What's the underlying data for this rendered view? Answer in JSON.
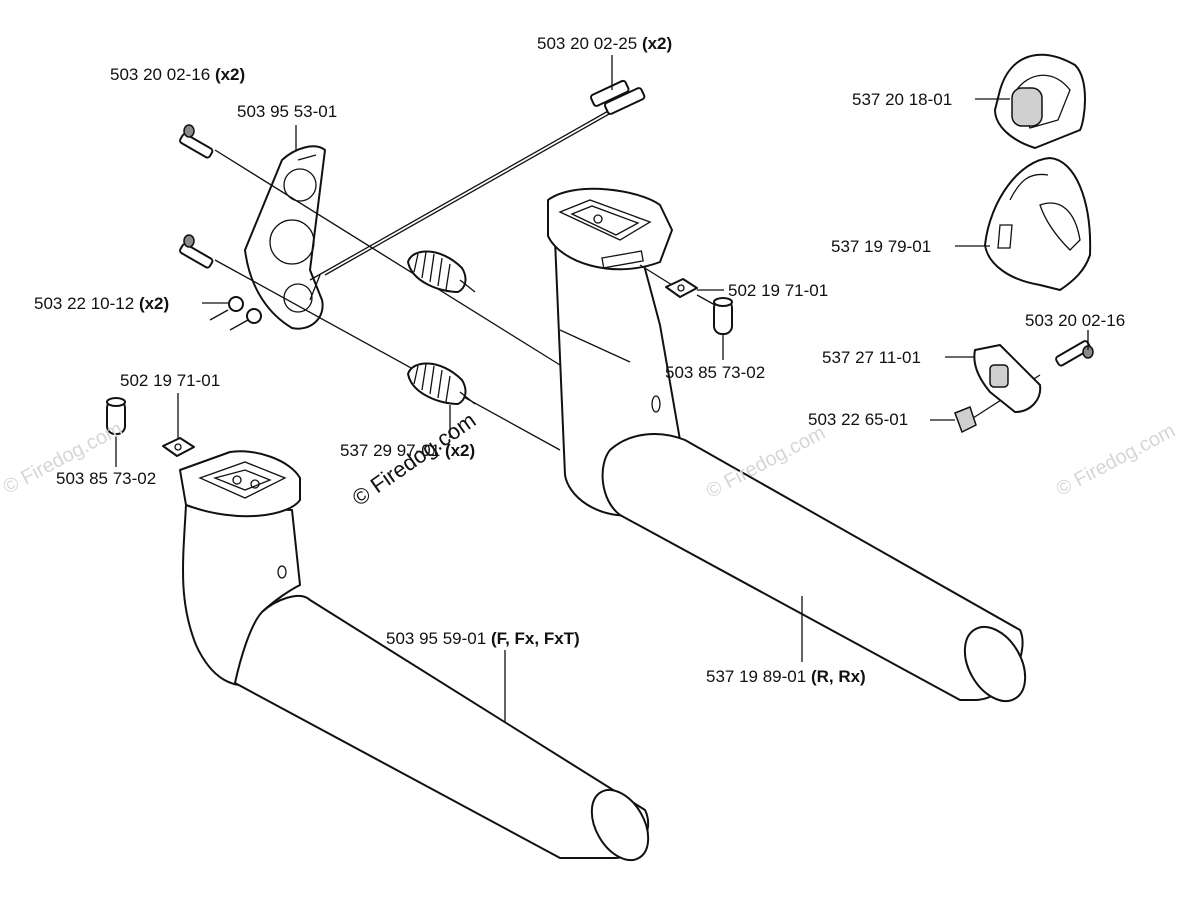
{
  "watermarks": {
    "main": "© Firedog.com",
    "faint": "© Firedog.com"
  },
  "labels": {
    "screw_503_20_02_25": {
      "num": "503 20 02-25",
      "qty": "(x2)"
    },
    "screw_503_20_02_16_x2": {
      "num": "503 20 02-16",
      "qty": "(x2)"
    },
    "bracket_503_95_53_01": {
      "num": "503 95 53-01",
      "qty": ""
    },
    "nut_503_22_10_12": {
      "num": "503 22 10-12",
      "qty": "(x2)"
    },
    "clip_537_20_18_01": {
      "num": "537 20 18-01",
      "qty": ""
    },
    "clip_537_19_79_01": {
      "num": "537 19 79-01",
      "qty": ""
    },
    "nut_502_19_71_01_right": {
      "num": "502 19 71-01",
      "qty": ""
    },
    "bushing_503_85_73_02_right": {
      "num": "503 85 73-02",
      "qty": ""
    },
    "screw_503_20_02_16_single": {
      "num": "503 20 02-16",
      "qty": ""
    },
    "clip_537_27_11_01": {
      "num": "537 27 11-01",
      "qty": ""
    },
    "nut_503_22_65_01": {
      "num": "503 22 65-01",
      "qty": ""
    },
    "nut_502_19_71_01_left": {
      "num": "502 19 71-01",
      "qty": ""
    },
    "bushing_503_85_73_02_left": {
      "num": "503 85 73-02",
      "qty": ""
    },
    "damper_537_29_97_01": {
      "num": "537 29 97-01",
      "qty": "(x2)"
    },
    "handle_503_95_59_01": {
      "num": "503 95 59-01",
      "qty": "(F, Fx, FxT)"
    },
    "handle_537_19_89_01": {
      "num": "537 19 89-01",
      "qty": "(R, Rx)"
    }
  }
}
